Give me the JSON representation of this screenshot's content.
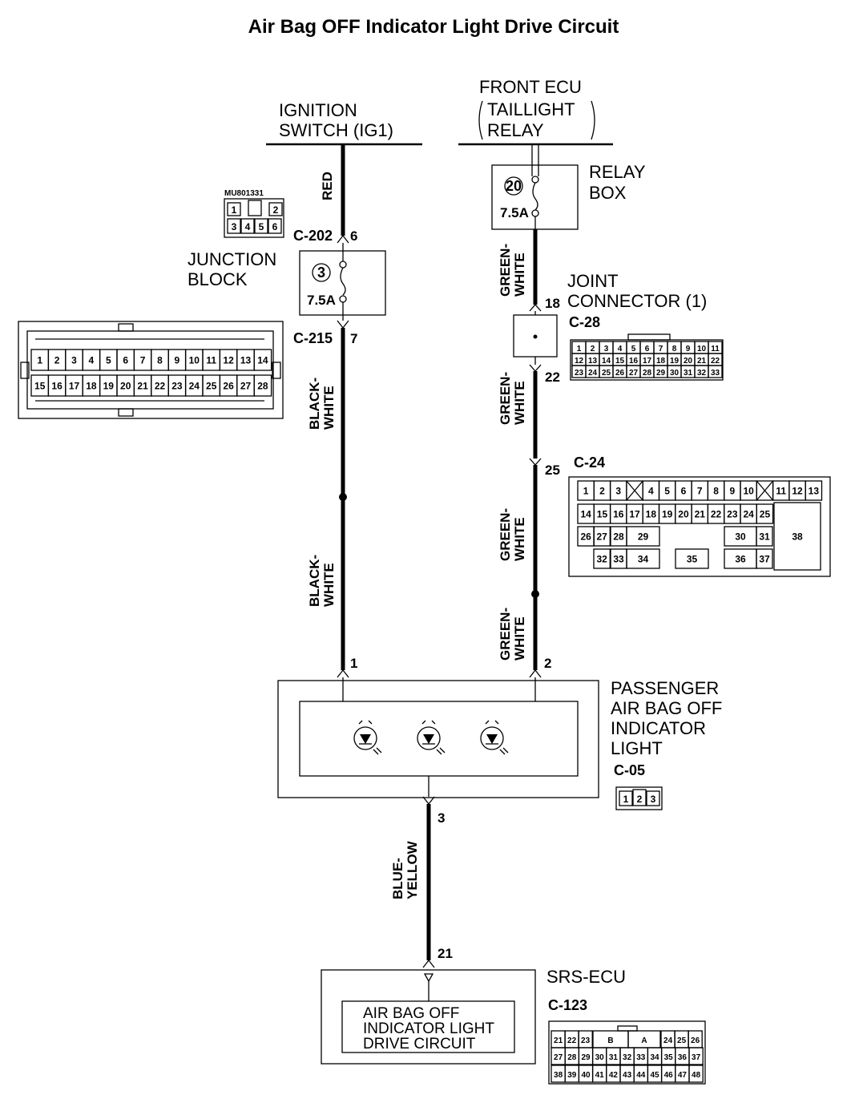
{
  "title": "Air Bag OFF Indicator Light Drive Circuit",
  "ignition_switch": {
    "line1": "IGNITION",
    "line2": "SWITCH (IG1)"
  },
  "front_ecu": {
    "line1": "FRONT ECU",
    "line2": "TAILLIGHT",
    "line3": "RELAY"
  },
  "relay_box": {
    "line1": "RELAY",
    "line2": "BOX",
    "fuse_no": "20",
    "fuse_rating": "7.5A"
  },
  "junction_block": {
    "line1": "JUNCTION",
    "line2": "BLOCK",
    "fuse_no": "3",
    "fuse_rating": "7.5A",
    "part_no": "MU801331"
  },
  "joint_connector": {
    "line1": "JOINT",
    "line2": "CONNECTOR (1)",
    "connector": "C-28",
    "pin_in": "18",
    "pin_out": "22"
  },
  "wires": {
    "red": "RED",
    "black_white": [
      "BLACK-",
      "WHITE"
    ],
    "green_white": [
      "GREEN-",
      "WHITE"
    ],
    "blue_yellow": [
      "BLUE-",
      "YELLOW"
    ]
  },
  "connectors": {
    "c202": {
      "id": "C-202",
      "pin": "6"
    },
    "c215": {
      "id": "C-215",
      "pin": "7"
    },
    "c24": {
      "id": "C-24",
      "pin": "25"
    },
    "c05": {
      "id": "C-05",
      "pin1": "1",
      "pin2": "2",
      "pin3": "3"
    },
    "c123": {
      "id": "C-123",
      "pin": "21"
    }
  },
  "passenger_light": {
    "line1": "PASSENGER",
    "line2": "AIR BAG OFF",
    "line3": "INDICATOR",
    "line4": "LIGHT"
  },
  "srs_ecu": {
    "name": "SRS-ECU",
    "line1": "AIR BAG OFF",
    "line2": "INDICATOR LIGHT",
    "line3": "DRIVE CIRCUIT"
  },
  "connector_faces": {
    "mu801331": {
      "row1": [
        "1",
        "",
        "2"
      ],
      "row2": [
        "3",
        "4",
        "5",
        "6"
      ]
    },
    "c215": {
      "row1": [
        "1",
        "2",
        "3",
        "4",
        "5",
        "6",
        "7",
        "8",
        "9",
        "10",
        "11",
        "12",
        "13",
        "14"
      ],
      "row2": [
        "15",
        "16",
        "17",
        "18",
        "19",
        "20",
        "21",
        "22",
        "23",
        "24",
        "25",
        "26",
        "27",
        "28"
      ]
    },
    "c28": {
      "row1": [
        "1",
        "2",
        "3",
        "4",
        "5",
        "6",
        "7",
        "8",
        "9",
        "10",
        "11"
      ],
      "row2": [
        "12",
        "13",
        "14",
        "15",
        "16",
        "17",
        "18",
        "19",
        "20",
        "21",
        "22"
      ],
      "row3": [
        "23",
        "24",
        "25",
        "26",
        "27",
        "28",
        "29",
        "30",
        "31",
        "32",
        "33"
      ]
    },
    "c24": {
      "row1": [
        "1",
        "2",
        "3",
        "",
        "4",
        "5",
        "6",
        "7",
        "8",
        "9",
        "10",
        "",
        "11",
        "12",
        "13"
      ],
      "row2": [
        "14",
        "15",
        "16",
        "17",
        "18",
        "19",
        "20",
        "21",
        "22",
        "23",
        "24",
        "25"
      ],
      "row3": [
        "26",
        "27",
        "28",
        "29",
        "30",
        "31"
      ],
      "row4": [
        "32",
        "33",
        "34",
        "35",
        "36",
        "37"
      ],
      "big": "38"
    },
    "c05": [
      "1",
      "2",
      "3"
    ],
    "c123": {
      "row1": [
        "21",
        "22",
        "23",
        "B",
        "A",
        "24",
        "25",
        "26"
      ],
      "row2": [
        "27",
        "28",
        "29",
        "30",
        "31",
        "32",
        "33",
        "34",
        "35",
        "36",
        "37"
      ],
      "row3": [
        "38",
        "39",
        "40",
        "41",
        "42",
        "43",
        "44",
        "45",
        "46",
        "47",
        "48"
      ]
    }
  }
}
